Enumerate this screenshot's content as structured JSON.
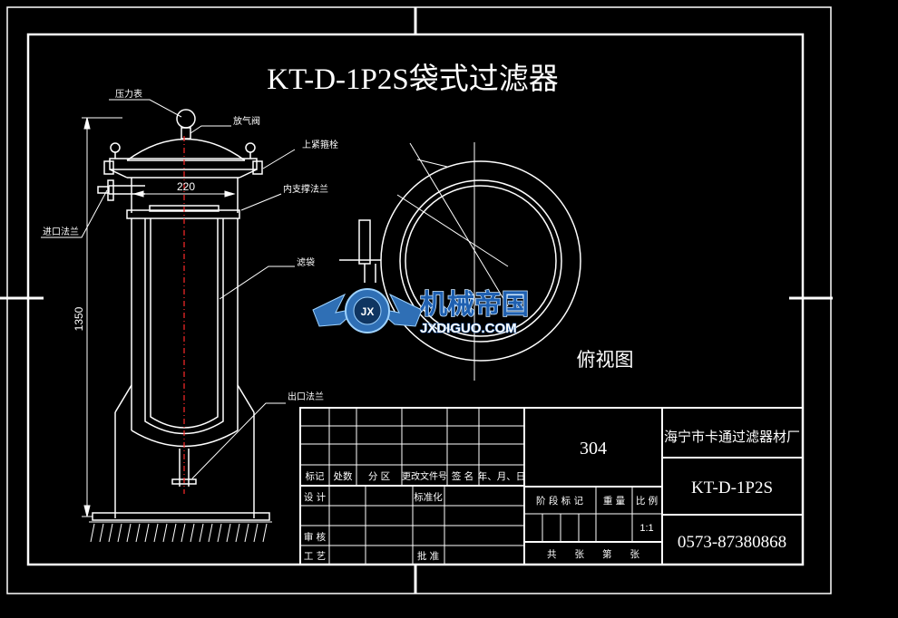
{
  "title": "KT-D-1P2S袋式过滤器",
  "side_view": {
    "labels": {
      "pressure_gauge": "压力表",
      "vent_valve": "放气阀",
      "top_clamp": "上紧箍栓",
      "inner_flange": "内支撑法兰",
      "inlet_flange": "进口法兰",
      "filter_bag": "滤袋",
      "outlet_flange": "出口法兰"
    },
    "dimensions": {
      "width": "220",
      "height": "1350"
    }
  },
  "top_view": {
    "label": "俯视图"
  },
  "watermark": {
    "cn": "机械帝国",
    "url": "JXDIGUO.COM",
    "badge": "JX"
  },
  "title_block": {
    "material": "304",
    "company": "海宁市卡通过滤器材厂",
    "model": "KT-D-1P2S",
    "phone": "0573-87380868",
    "rev_headers": [
      "标记",
      "处数",
      "分 区",
      "更改文件号",
      "签 名",
      "年、月、日"
    ],
    "row_labels": {
      "design": "设 计",
      "standard": "标准化",
      "review": "审 核",
      "process": "工 艺",
      "approve": "批 准"
    },
    "stage_header": "阶 段 标 记",
    "weight_header": "重 量",
    "scale_header": "比 例",
    "scale_value": "1:1",
    "sheet_text": "共      张      第      张"
  },
  "colors": {
    "background": "#000000",
    "lines": "#ffffff",
    "centerline": "#ff2a2a",
    "watermark_blue": "#2f6fb5",
    "watermark_light": "#9fd3ff"
  }
}
